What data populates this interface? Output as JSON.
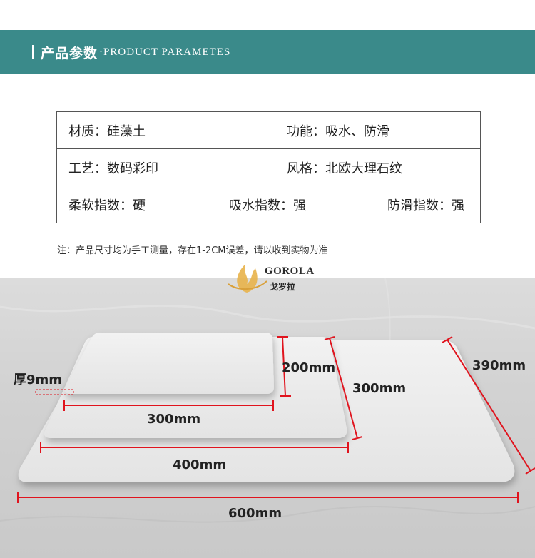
{
  "banner": {
    "title_zh": "产品参数",
    "title_en": "·PRODUCT  PARAMETES"
  },
  "params": {
    "row1": [
      "材质：硅藻土",
      "功能：吸水、防滑"
    ],
    "row2": [
      "工艺：数码彩印",
      "风格：北欧大理石纹"
    ],
    "row3": [
      "柔软指数：硬",
      "吸水指数：强",
      "防滑指数：强"
    ]
  },
  "note": "注：产品尺寸均为手工测量，存在1-2CM误差，请以收到实物为准",
  "logo": {
    "brand": "GOROLA",
    "brand_zh": "戈罗拉"
  },
  "dimensions": {
    "thickness": "厚9mm",
    "small_width": "300mm",
    "small_height": "200mm",
    "medium_width": "400mm",
    "medium_height": "300mm",
    "large_width": "600mm",
    "large_height": "390mm"
  },
  "colors": {
    "banner": "#3a8a8a",
    "dim_line": "#e0141e"
  }
}
